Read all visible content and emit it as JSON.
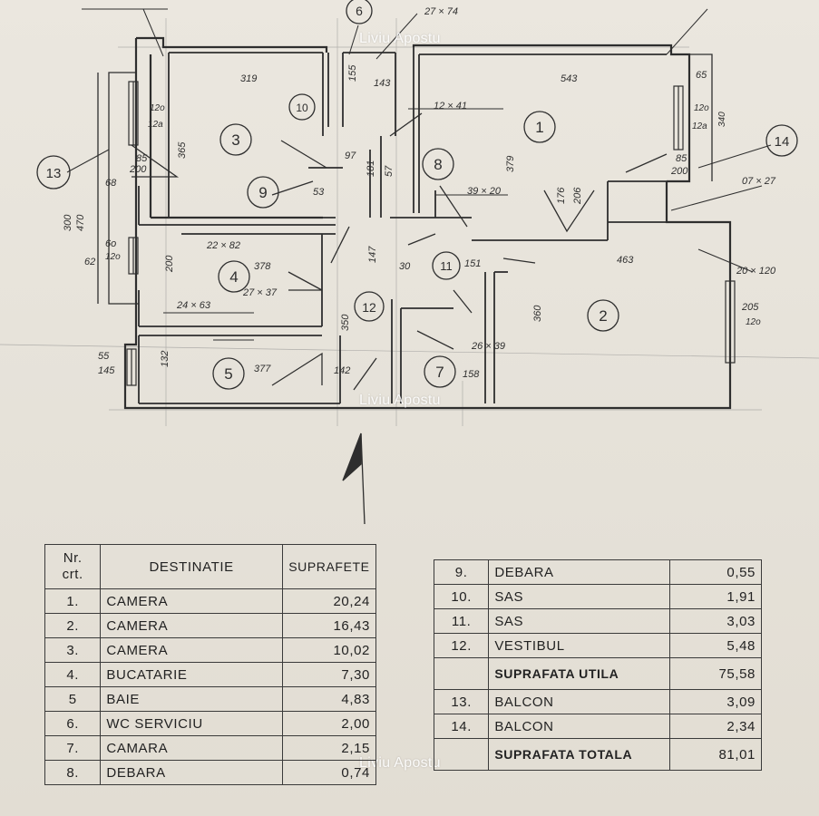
{
  "plan": {
    "room_numbers": [
      "1",
      "2",
      "3",
      "4",
      "5",
      "6",
      "7",
      "8",
      "9",
      "10",
      "11",
      "12",
      "13",
      "14"
    ],
    "dimensions": {
      "d_27x74": "27 × 74",
      "d_543": "543",
      "d_319": "319",
      "d_65": "65",
      "d_12o": "12o",
      "d_12a": "12a",
      "d_12x41": "12 × 41",
      "d_85": "85",
      "d_200": "200",
      "d_365": "365",
      "d_68": "68",
      "d_470": "470",
      "d_300": "300",
      "d_60": "6o",
      "d_62": "62",
      "d_22x82": "22 × 82",
      "d_378": "378",
      "d_27x37": "27 × 37",
      "d_24x63": "24 × 63",
      "d_55": "55",
      "d_145": "145",
      "d_132": "132",
      "d_377": "377",
      "d_142": "142",
      "d_39x20": "39 × 20",
      "d_379": "379",
      "d_176": "176",
      "d_206": "206",
      "d_463": "463",
      "d_360": "360",
      "d_350": "350",
      "d_147": "147",
      "d_30": "30",
      "d_151": "151",
      "d_26x39": "26 × 39",
      "d_158": "158",
      "d_20x120": "20 × 120",
      "d_205": "205",
      "d_07x27": "07 × 27",
      "d_97": "97",
      "d_181": "181",
      "d_57": "57",
      "d_53": "53",
      "d_155": "155",
      "d_143": "143",
      "d_340": "340"
    }
  },
  "watermark": "Liviu Apostu",
  "table_left": {
    "header": {
      "nr_line1": "Nr.",
      "nr_line2": "crt.",
      "dest": "DESTINATIE",
      "val": "SUPRAFETE"
    },
    "rows": [
      {
        "nr": "1.",
        "dest": "CAMERA",
        "val": "20,24"
      },
      {
        "nr": "2.",
        "dest": "CAMERA",
        "val": "16,43"
      },
      {
        "nr": "3.",
        "dest": "CAMERA",
        "val": "10,02"
      },
      {
        "nr": "4.",
        "dest": "BUCATARIE",
        "val": "7,30"
      },
      {
        "nr": "5",
        "dest": "BAIE",
        "val": "4,83"
      },
      {
        "nr": "6.",
        "dest": "WC SERVICIU",
        "val": "2,00"
      },
      {
        "nr": "7.",
        "dest": "CAMARA",
        "val": "2,15"
      },
      {
        "nr": "8.",
        "dest": "DEBARA",
        "val": "0,74"
      }
    ]
  },
  "table_right": {
    "rows": [
      {
        "nr": "9.",
        "dest": "DEBARA",
        "val": "0,55"
      },
      {
        "nr": "10.",
        "dest": "SAS",
        "val": "1,91"
      },
      {
        "nr": "11.",
        "dest": "SAS",
        "val": "3,03"
      },
      {
        "nr": "12.",
        "dest": "VESTIBUL",
        "val": "5,48"
      },
      {
        "nr": "",
        "dest": "SUPRAFATA UTILA",
        "val": "75,58"
      },
      {
        "nr": "13.",
        "dest": "BALCON",
        "val": "3,09"
      },
      {
        "nr": "14.",
        "dest": "BALCON",
        "val": "2,34"
      },
      {
        "nr": "",
        "dest": "SUPRAFATA TOTALA",
        "val": "81,01"
      }
    ]
  },
  "colors": {
    "ink": "#2e2e2e",
    "paper": "#e9e5dd",
    "watermark": "#ffffff"
  }
}
